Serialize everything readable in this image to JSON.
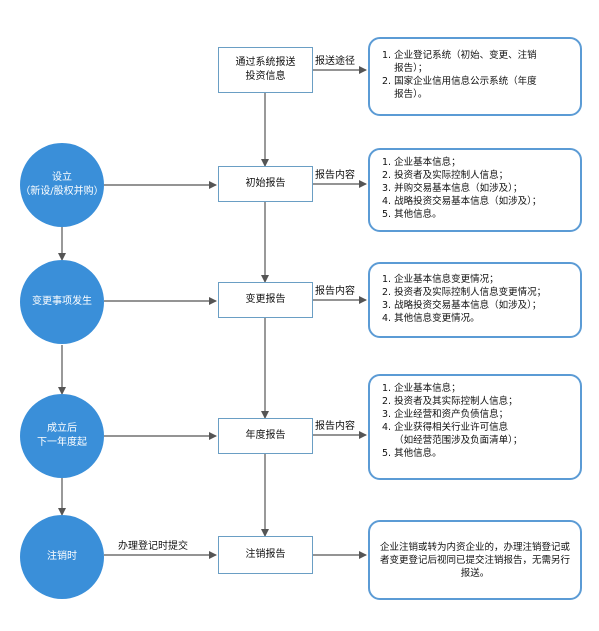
{
  "process_boxes": {
    "submit": "通过系统报送\n投资信息",
    "initial": "初始报告",
    "change": "变更报告",
    "annual": "年度报告",
    "cancel": "注销报告"
  },
  "events": {
    "establish": "设立\n（新设/股权并购）",
    "change_occurs": "变更事项发生",
    "annual_start": "成立后\n下一年度起",
    "cancel_time": "注销时"
  },
  "edge_labels": {
    "channel": "报送途径",
    "content_initial": "报告内容",
    "content_change": "报告内容",
    "content_annual": "报告内容",
    "cancel_submit": "办理登记时提交"
  },
  "detail_boxes": {
    "channels": [
      "1. 企业登记系统（初始、变更、注销",
      "    报告）；",
      "2. 国家企业信用信息公示系统（年度",
      "    报告）。"
    ],
    "initial": [
      "1. 企业基本信息；",
      "2. 投资者及实际控制人信息；",
      "3. 并购交易基本信息（如涉及）；",
      "4. 战略投资交易基本信息（如涉及）；",
      "5. 其他信息。"
    ],
    "change": [
      "1. 企业基本信息变更情况；",
      "2. 投资者及实际控制人信息变更情况；",
      "3. 战略投资交易基本信息（如涉及）；",
      "4. 其他信息变更情况。"
    ],
    "annual": [
      "1. 企业基本信息；",
      "2. 投资者及其实际控制人信息；",
      "3. 企业经营和资产负债信息；",
      "4. 企业获得相关行业许可信息",
      "    （如经营范围涉及负面清单）；",
      "5. 其他信息。"
    ],
    "cancel": "企业注销或转为内资企业的，办理注销登记或者变更登记后视同已提交注销报告，无需另行报送。"
  },
  "colors": {
    "circle": "#3a8fd9",
    "box_border": "#6a9ec4",
    "detail_border": "#5b9bd5",
    "line": "#555555"
  }
}
